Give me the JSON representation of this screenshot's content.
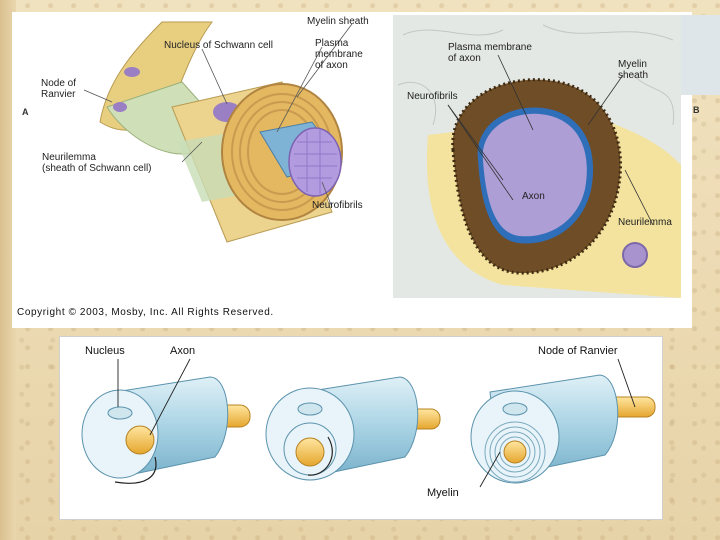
{
  "figure_top": {
    "panel_a_letter": "A",
    "panel_b_letter": "B",
    "labels_a": {
      "myelin_sheath": "Myelin sheath",
      "nucleus_schwann": "Nucleus of Schwann cell",
      "plasma_membrane": "Plasma\nmembrane\nof axon",
      "node_of_ranvier": "Node of\nRanvier",
      "neurilemma": "Neurilemma\n(sheath of Schwann cell)",
      "neurofibrils": "Neurofibrils"
    },
    "labels_b": {
      "plasma_membrane": "Plasma membrane\nof axon",
      "myelin_sheath": "Myelin\nsheath",
      "neurofibrils": "Neurofibrils",
      "axon": "Axon",
      "neurilemma": "Neurilemma"
    },
    "copyright": "Copyright © 2003, Mosby, Inc. All Rights Reserved."
  },
  "figure_bottom": {
    "labels": {
      "nucleus": "Nucleus",
      "axon": "Axon",
      "node_of_ranvier": "Node of Ranvier",
      "myelin": "Myelin"
    }
  }
}
